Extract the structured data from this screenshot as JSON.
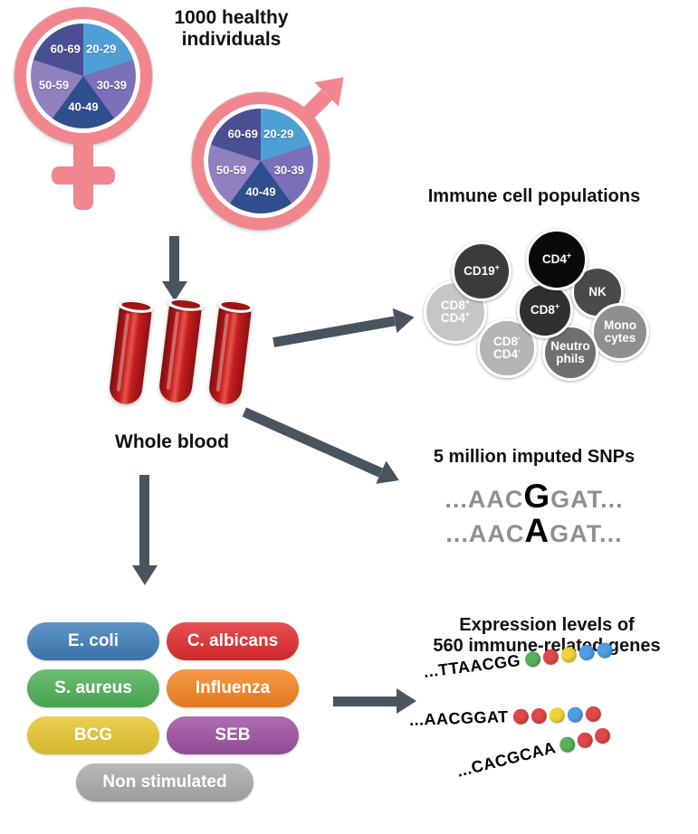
{
  "header": {
    "title_line1": "1000 healthy",
    "title_line2": "individuals"
  },
  "demographics": {
    "symbol_color": "#F2868F",
    "segments": [
      {
        "label": "20-29",
        "color": "#4D9FD6"
      },
      {
        "label": "30-39",
        "color": "#7A6FB9"
      },
      {
        "label": "40-49",
        "color": "#2F4E8E"
      },
      {
        "label": "50-59",
        "color": "#9180BF"
      },
      {
        "label": "60-69",
        "color": "#4A4F93"
      }
    ]
  },
  "blood": {
    "label": "Whole blood",
    "tube_color": "#C61C1C"
  },
  "immune_cells": {
    "title": "Immune cell populations",
    "cells": [
      {
        "line1": "CD19",
        "sup1": "+",
        "color": "#3B3B3B"
      },
      {
        "line1": "CD4",
        "sup1": "+",
        "color": "#0A0A0A"
      },
      {
        "line1": "NK",
        "color": "#4A4A4A"
      },
      {
        "line1": "CD8",
        "sup1": "+",
        "color": "#303030"
      },
      {
        "line1": "CD8",
        "sup1": "+",
        "line2": "CD4",
        "sup2": "+",
        "color": "#C6C6C6"
      },
      {
        "line1": "Mono",
        "line2": "cytes",
        "color": "#8F8F8F"
      },
      {
        "line1": "Neutro",
        "line2": "phils",
        "color": "#6F6F6F"
      },
      {
        "line1": "CD8",
        "sup1": "-",
        "line2": "CD4",
        "sup2": "-",
        "color": "#B5B5B5"
      }
    ]
  },
  "snps": {
    "title": "5 million imputed SNPs",
    "sequences": [
      {
        "prefix": "...AAC",
        "variant": "G",
        "suffix": "GAT..."
      },
      {
        "prefix": "...AAC",
        "variant": "A",
        "suffix": "GAT..."
      }
    ]
  },
  "stimuli": {
    "items": [
      {
        "label": "E. coli",
        "color": "#3D7CB8"
      },
      {
        "label": "C. albicans",
        "color": "#E02A2D"
      },
      {
        "label": "S. aureus",
        "color": "#4CB055"
      },
      {
        "label": "Influenza",
        "color": "#F5821F"
      },
      {
        "label": "BCG",
        "color": "#E5C52E"
      },
      {
        "label": "SEB",
        "color": "#9B4F9F"
      },
      {
        "label": "Non stimulated",
        "color": "#A9A9A9"
      }
    ]
  },
  "expression": {
    "title_line1": "Expression levels of",
    "title_line2": "560 immune-related genes",
    "bead_colors": {
      "green": "#58B158",
      "red": "#E04747",
      "yellow": "#F0D334",
      "blue": "#4D9FE0"
    },
    "sequences": [
      {
        "text": "...TTAACGG",
        "beads": [
          "green",
          "red",
          "yellow",
          "blue",
          "blue"
        ]
      },
      {
        "text": "...AACGGAT",
        "beads": [
          "red",
          "red",
          "yellow",
          "blue",
          "red"
        ]
      },
      {
        "text": "...CACGCAA",
        "beads": [
          "green",
          "red",
          "red"
        ]
      }
    ]
  },
  "arrows": {
    "color": "#4A545E"
  }
}
